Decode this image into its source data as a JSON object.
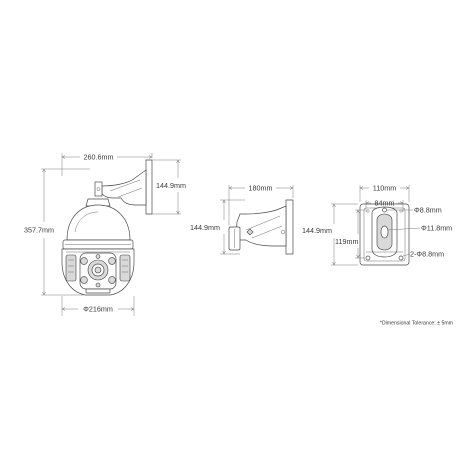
{
  "camera_front": {
    "width_label": "260.6mm",
    "height_label": "357.7mm",
    "diameter_label": "Φ216mm",
    "bracket_height_label": "144.9mm"
  },
  "bracket_side": {
    "length_label": "180mm",
    "height_label": "144.9mm"
  },
  "mount_plate": {
    "width_label": "110mm",
    "inner_width_label": "84mm",
    "height_label": "144.9mm",
    "inner_height_label": "119mm",
    "hole_top_label": "Φ8.8mm",
    "hole_center_label": "Φ11.8mm",
    "hole_bottom_label": "2-Φ8.8mm"
  },
  "note": "*Dimensional Tolerance: ± 5mm"
}
